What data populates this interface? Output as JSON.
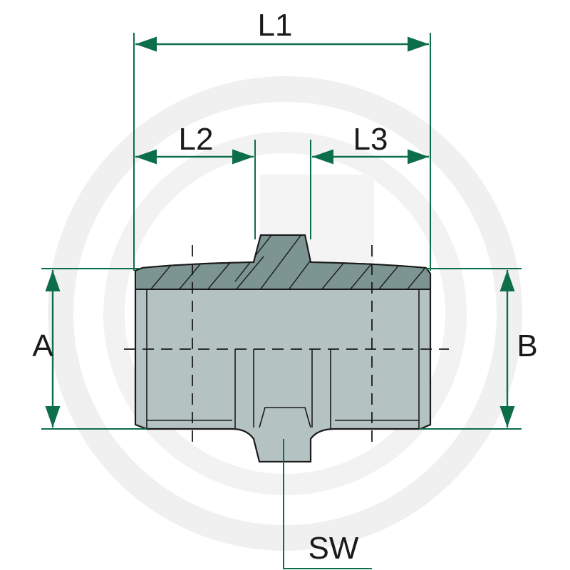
{
  "labels": {
    "l1": "L1",
    "l2": "L2",
    "l3": "L3",
    "a": "A",
    "b": "B",
    "sw": "SW"
  },
  "colors": {
    "dimension": "#0d6e4a",
    "outline": "#1a1a1a",
    "body": "#b4c2c2",
    "section": "#7d9592",
    "watermark": "#eeeeee"
  },
  "icons": {
    "watermark": "brand-logo-watermark"
  }
}
